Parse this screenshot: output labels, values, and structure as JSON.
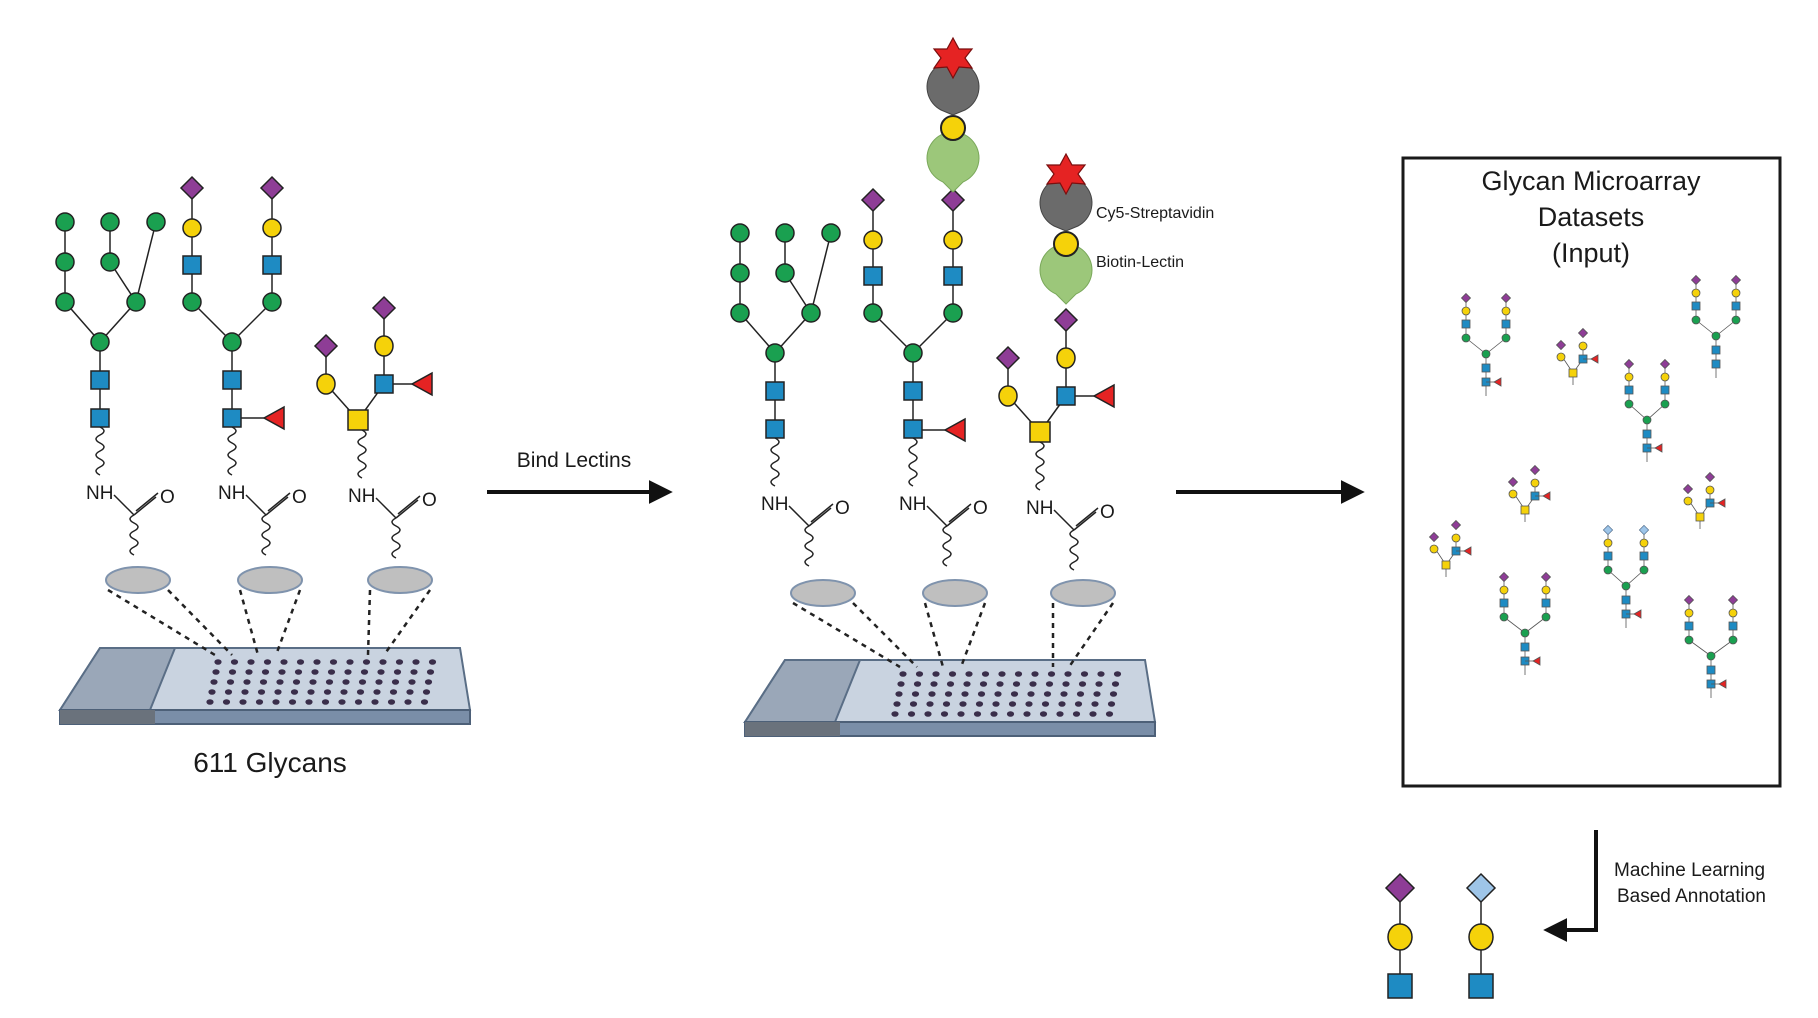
{
  "left_panel": {
    "glycan_count_label": "611 Glycans"
  },
  "chemistry": {
    "nh": "NH",
    "o": "O"
  },
  "step_arrow_1": {
    "label": "Bind Lectins"
  },
  "middle_panel": {
    "cy5_label": "Cy5-Streptavidin",
    "biotin_label": "Biotin-Lectin"
  },
  "dataset_box": {
    "title_line1": "Glycan Microarray",
    "title_line2": "Datasets",
    "title_line3": "(Input)"
  },
  "annotation_step": {
    "line1": "Machine Learning",
    "line2": "Based Annotation"
  },
  "legend_colors": {
    "mannose": "#1aa050",
    "galactose": "#f5d20a",
    "glcnac": "#1e8bc3",
    "galnac": "#f5d20a",
    "sialic_neu5ac": "#8e3d96",
    "sialic_neu5gc": "#9ec5e8",
    "fucose": "#e52323",
    "cy5": "#e52323",
    "streptavidin": "#6b6b6b",
    "lectin": "#9cc77a",
    "spot": "#bfbfbf",
    "slide": "#c9d3e0"
  }
}
